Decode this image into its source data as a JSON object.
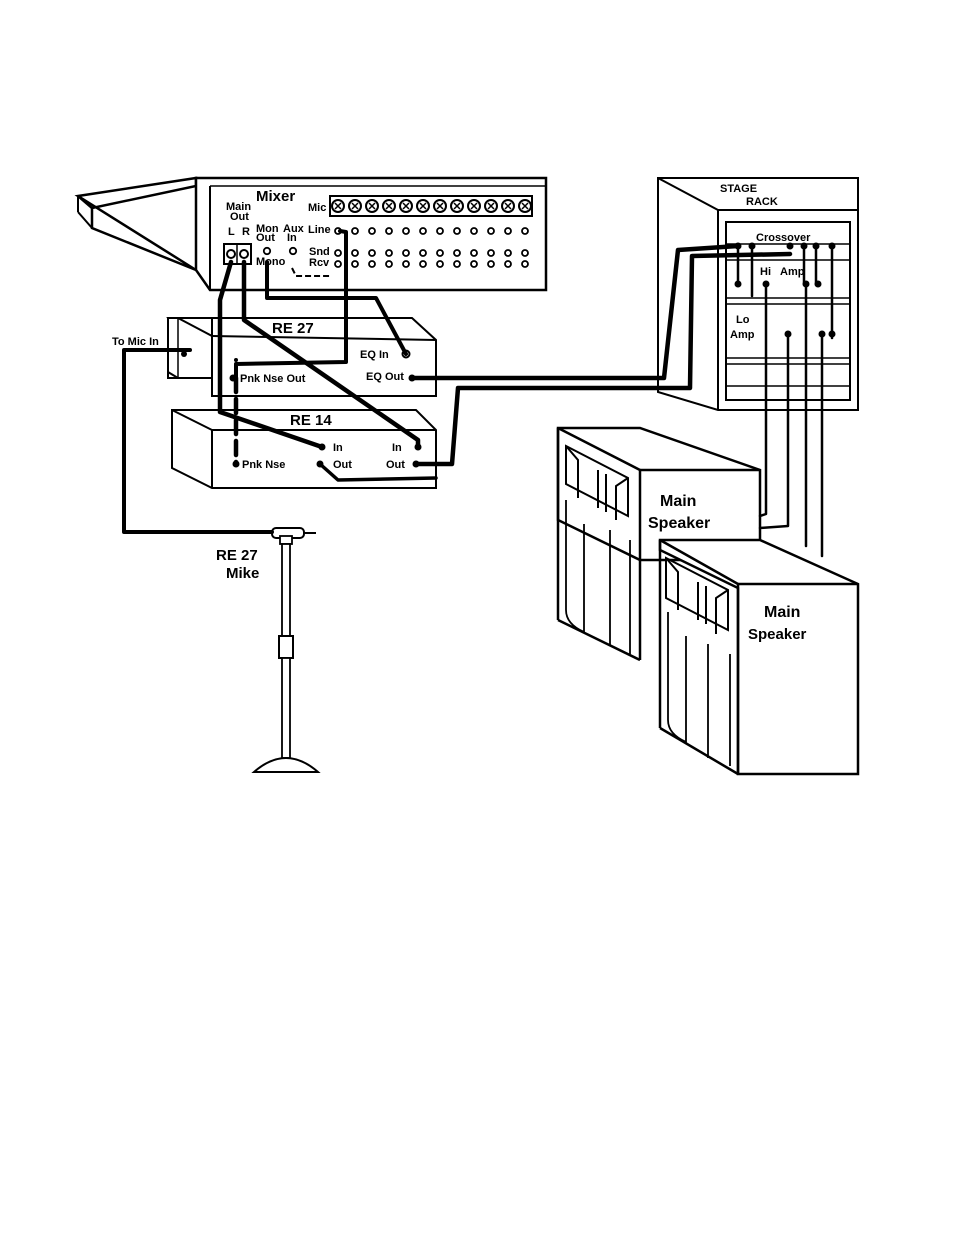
{
  "mixer": {
    "title": "Mixer",
    "main_out": [
      "Main",
      "Out"
    ],
    "left": "L",
    "right": "R",
    "mon_out": [
      "Mon",
      "Out"
    ],
    "aux_in": [
      "Aux",
      "In"
    ],
    "mono": "Mono",
    "mic": "Mic",
    "line": "Line",
    "snd": "Snd",
    "rcv": "Rcv"
  },
  "re27_unit": {
    "title": "RE 27",
    "eq_in": "EQ In",
    "eq_out": "EQ Out",
    "pink_noise_out": "Pnk Nse Out",
    "to_mic_in": "To Mic In"
  },
  "re14_unit": {
    "title": "RE 14",
    "in_left": "In",
    "in_right": "In",
    "out_left": "Out",
    "out_right": "Out",
    "pink_noise": "Pnk Nse"
  },
  "stage_rack": {
    "title": [
      "STAGE",
      "RACK"
    ],
    "crossover": "Crossover",
    "hi": "Hi",
    "amp_hi": "Amp",
    "lo_amp": [
      "Lo",
      "Amp"
    ]
  },
  "speaker_back": [
    "Main",
    "Speaker"
  ],
  "speaker_front": [
    "Main",
    "Speaker"
  ],
  "mike": [
    "RE 27",
    "Mike"
  ]
}
